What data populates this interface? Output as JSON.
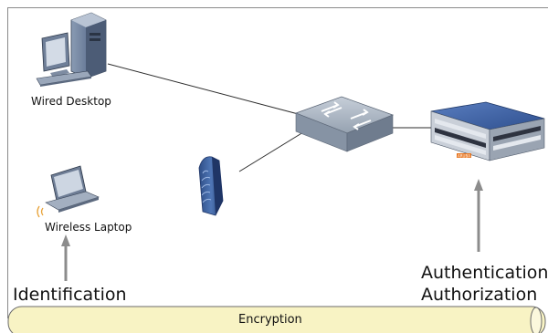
{
  "nodes": {
    "desktop": {
      "label": "Wired Desktop",
      "icon": "desktop-computer-icon"
    },
    "laptop": {
      "label": "Wireless Laptop",
      "icon": "laptop-icon"
    },
    "access_point": {
      "icon": "wireless-access-point-icon"
    },
    "switch": {
      "icon": "network-switch-icon"
    },
    "controller": {
      "icon": "mobility-controller-icon",
      "brand_text": "ARUBA"
    }
  },
  "labels": {
    "identification": "Identification",
    "authentication": "Authentication",
    "authorization": "Authorization",
    "encryption": "Encryption"
  },
  "colors": {
    "encryption_fill": "#f8f3c4",
    "encryption_stroke": "#6b6b6b",
    "arrow": "#8c8c8c",
    "link": "#2b2b2b",
    "device_blue": "#3d5f96",
    "device_dark_blue": "#243d6e",
    "switch_gray": "#a8b2be",
    "aruba_orange": "#e87722"
  }
}
